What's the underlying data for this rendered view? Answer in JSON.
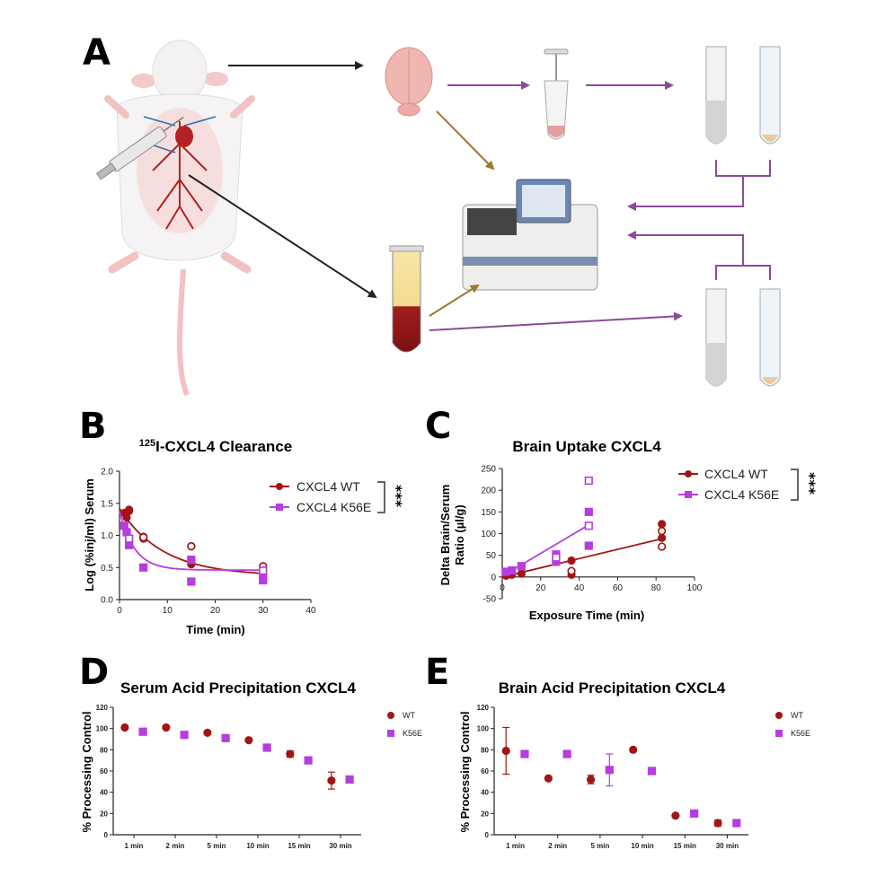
{
  "panels": {
    "a": "A",
    "b": "B",
    "c": "C",
    "d": "D",
    "e": "E"
  },
  "colors": {
    "wt": "#a31515",
    "k56e": "#b63dde",
    "workflow_purple": "#8a4b9a",
    "workflow_gold": "#9b7a2a"
  },
  "chart_data": [
    {
      "id": "B",
      "type": "scatter",
      "title": "CXCL4 Clearance",
      "title_superscript": "125",
      "title_prefix": "I-",
      "xlabel": "Time (min)",
      "ylabel": "Log (%inj/ml) Serum",
      "xlim": [
        0,
        40
      ],
      "ylim": [
        0,
        2.0
      ],
      "xticks": [
        "0",
        "10",
        "20",
        "30",
        "40"
      ],
      "yticks": [
        "0.0",
        "0.5",
        "1.0",
        "1.5",
        "2.0"
      ],
      "legend": [
        "CXCL4 WT",
        "CXCL4 K56E"
      ],
      "legend_position": "top-right",
      "significance": "***",
      "series": [
        {
          "name": "CXCL4 WT",
          "points": [
            [
              1,
              1.35
            ],
            [
              1.5,
              1.28
            ],
            [
              2,
              1.38
            ],
            [
              2,
              1.4
            ],
            [
              5,
              0.95
            ],
            [
              5,
              0.98
            ],
            [
              15,
              0.83
            ],
            [
              15,
              0.55
            ],
            [
              15,
              0.62
            ],
            [
              30,
              0.52
            ],
            [
              30,
              0.45
            ],
            [
              30,
              0.35
            ]
          ],
          "open_points": [
            [
              5,
              0.97
            ],
            [
              15,
              0.83
            ],
            [
              30,
              0.52
            ]
          ],
          "fit": {
            "plateau": 0.37,
            "span": 1.05,
            "k": 0.11
          }
        },
        {
          "name": "CXCL4 K56E",
          "points": [
            [
              1,
              1.15
            ],
            [
              1.5,
              1.05
            ],
            [
              2,
              0.95
            ],
            [
              2,
              0.85
            ],
            [
              5,
              0.5
            ],
            [
              15,
              0.62
            ],
            [
              15,
              0.28
            ],
            [
              30,
              0.38
            ],
            [
              30,
              0.3
            ]
          ],
          "open_points": [
            [
              2,
              0.95
            ],
            [
              30,
              0.45
            ]
          ],
          "fit": {
            "plateau": 0.46,
            "span": 0.92,
            "k": 0.32
          }
        }
      ]
    },
    {
      "id": "C",
      "type": "scatter",
      "title": "Brain Uptake CXCL4",
      "xlabel": "Exposure Time (min)",
      "ylabel_line1": "Delta Brain/Serum",
      "ylabel_line2": "Ratio (µl/g)",
      "xlim": [
        0,
        100
      ],
      "ylim": [
        -50,
        250
      ],
      "xticks": [
        "0",
        "20",
        "40",
        "60",
        "80",
        "100"
      ],
      "yticks": [
        "-50",
        "0",
        "50",
        "100",
        "150",
        "200",
        "250"
      ],
      "legend": [
        "CXCL4 WT",
        "CXCL4 K56E"
      ],
      "legend_position": "top-right",
      "significance": "***",
      "series": [
        {
          "name": "CXCL4 WT",
          "points": [
            [
              2,
              3
            ],
            [
              5,
              5
            ],
            [
              10,
              8
            ],
            [
              36,
              38
            ],
            [
              36,
              5
            ],
            [
              83,
              122
            ],
            [
              83,
              90
            ]
          ],
          "open_points": [
            [
              36,
              14
            ],
            [
              83,
              106
            ],
            [
              83,
              70
            ]
          ],
          "line": [
            [
              0,
              0
            ],
            [
              83,
              88
            ]
          ]
        },
        {
          "name": "CXCL4 K56E",
          "points": [
            [
              2,
              12
            ],
            [
              5,
              15
            ],
            [
              10,
              25
            ],
            [
              28,
              52
            ],
            [
              28,
              35
            ],
            [
              45,
              150
            ],
            [
              45,
              72
            ]
          ],
          "open_points": [
            [
              28,
              45
            ],
            [
              45,
              222
            ],
            [
              45,
              118
            ]
          ],
          "line": [
            [
              0,
              2
            ],
            [
              45,
              120
            ]
          ]
        }
      ]
    },
    {
      "id": "D",
      "type": "scatter",
      "title": "Serum Acid Precipitation CXCL4",
      "ylabel": "% Processing Control",
      "ylim": [
        0,
        120
      ],
      "yticks": [
        "0",
        "20",
        "40",
        "60",
        "80",
        "100",
        "120"
      ],
      "categories": [
        "1 min",
        "2 min",
        "5 min",
        "10 min",
        "15 min",
        "30 min"
      ],
      "legend": [
        "WT",
        "K56E"
      ],
      "legend_position": "top-right",
      "series": [
        {
          "name": "WT",
          "values": [
            101,
            101,
            96,
            89,
            76,
            51
          ],
          "errors": [
            0,
            0,
            0,
            0,
            3,
            8
          ]
        },
        {
          "name": "K56E",
          "values": [
            97,
            94,
            91,
            82,
            70,
            52
          ],
          "errors": [
            0,
            0,
            0,
            0,
            0,
            3
          ]
        }
      ]
    },
    {
      "id": "E",
      "type": "scatter",
      "title": "Brain Acid Precipitation CXCL4",
      "ylabel": "% Processing Control",
      "ylim": [
        0,
        120
      ],
      "yticks": [
        "0",
        "20",
        "40",
        "60",
        "80",
        "100",
        "120"
      ],
      "categories": [
        "1 min",
        "2 min",
        "5 min",
        "10 min",
        "15 min",
        "30 min"
      ],
      "legend": [
        "WT",
        "K56E"
      ],
      "legend_position": "top-right",
      "series": [
        {
          "name": "WT",
          "values": [
            79,
            53,
            52,
            80,
            18,
            11
          ],
          "errors": [
            22,
            0,
            4,
            0,
            0,
            3
          ]
        },
        {
          "name": "K56E",
          "values": [
            76,
            76,
            61,
            60,
            20,
            11
          ],
          "errors": [
            0,
            0,
            15,
            0,
            0,
            0
          ]
        }
      ]
    }
  ]
}
